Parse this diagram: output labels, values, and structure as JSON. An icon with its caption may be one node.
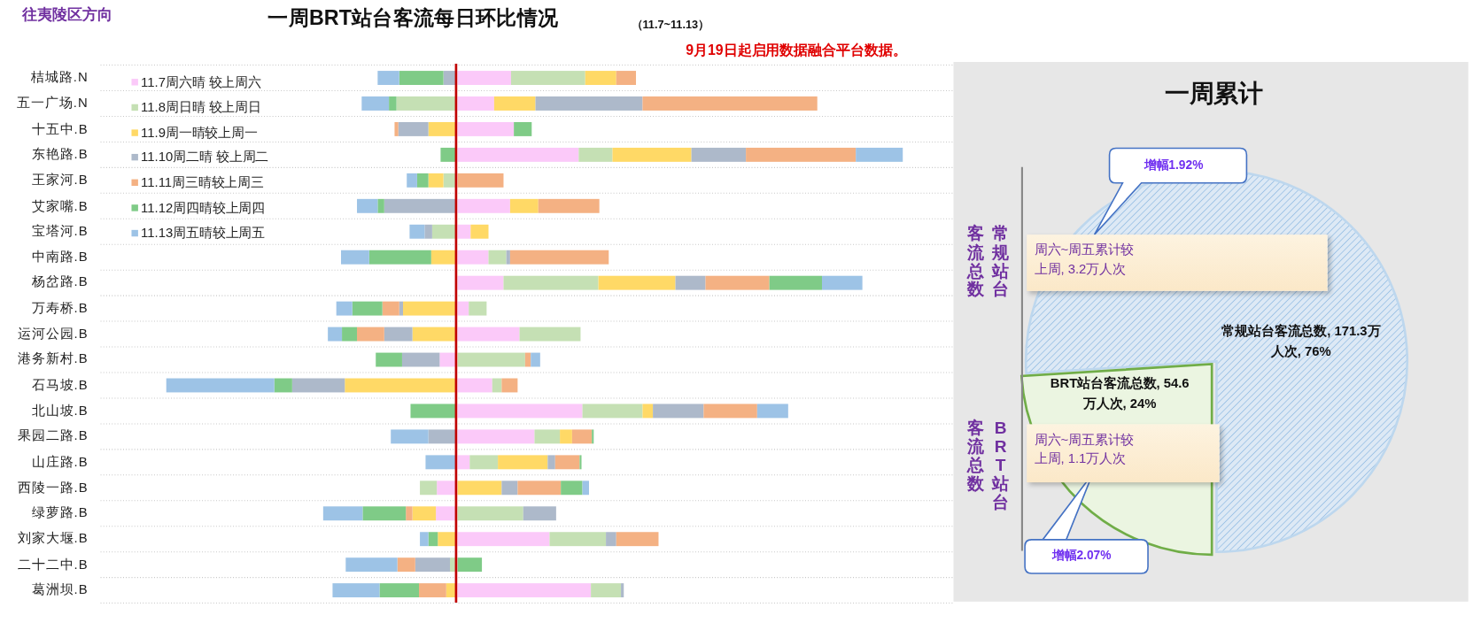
{
  "diagram": {
    "title": "一周BRT站台客流每日环比情况",
    "labels": [
      "往夷陵区方向",
      "（11.7~11.13）",
      "9月19日起启用数据融合平台数据。",
      "桔城路.N",
      "五一广场.N",
      "十五中.B",
      "东艳路.B",
      "王家河.B",
      "艾家嘴.B",
      "宝塔河.B",
      "中南路.B",
      "杨岔路.B",
      "万寿桥.B",
      "运河公园.B",
      "港务新村.B",
      "石马坡.B",
      "北山坡.B",
      "果园二路.B",
      "山庄路.B",
      "西陵一路.B",
      "绿萝路.B",
      "刘家大堰.B",
      "二十二中.B",
      "葛洲坝.B",
      "增幅1.92%",
      "常规站台",
      "客流总数",
      "周六~周五累计较上周, 3.2万人次",
      "BRT站台",
      "客流总数",
      "周六~周五累计较上周, 1.1万人次",
      "增幅2.07%"
    ],
    "legend": [
      {
        "text": "11.7周六晴 较上周六",
        "color": "#fbc9f9"
      },
      {
        "text": "11.8周日晴 较上周日",
        "color": "#c5e0b4"
      },
      {
        "text": "11.9周一晴较上周一",
        "color": "#ffd966"
      },
      {
        "text": "11.10周二晴 较上周二",
        "color": "#adb9ca"
      },
      {
        "text": "11.11周三晴较上周三",
        "color": "#f4b183"
      },
      {
        "text": "11.12周四晴较上周四",
        "color": "#7fcb87"
      },
      {
        "text": "11.13周五晴较上周五",
        "color": "#9dc3e6"
      }
    ],
    "chart_data": {
      "type": "pie",
      "title": "一周累计",
      "values": [
        76,
        24
      ],
      "value_labels": [
        "常规站台客流总数, 171.3万人次, 76%",
        "BRT站台客流总数, 54.6万人次, 24%"
      ]
    }
  }
}
